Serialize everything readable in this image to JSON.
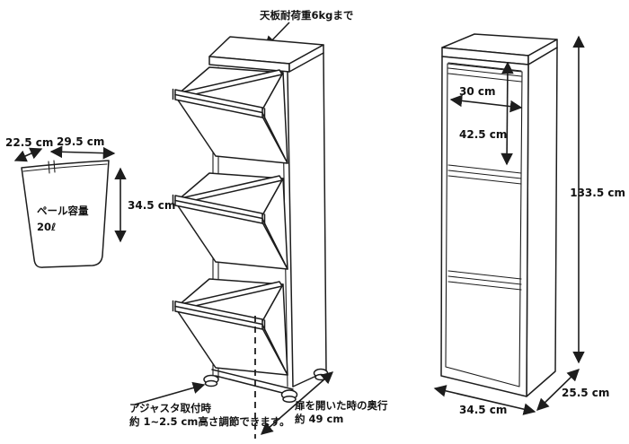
{
  "colors": {
    "line": "#1d1d1d",
    "background": "#ffffff"
  },
  "bucket": {
    "top_depth_label": "22.5 cm",
    "front_width_label": "29.5 cm",
    "height_label": "34.5 cm",
    "capacity_line1": "ペール容量",
    "capacity_line2": "20ℓ"
  },
  "open_cabinet": {
    "top_load_note": "天板耐荷重6kgまで",
    "adjuster_note_line1": "アジャスタ取付時",
    "adjuster_note_line2": "約 1~2.5 cm高さ調節できます。",
    "open_depth_note_line1": "扉を開いた時の奥行",
    "open_depth_note_line2": "約 49 cm"
  },
  "front_cabinet": {
    "opening_width_label": "30 cm",
    "opening_height_label": "42.5 cm",
    "total_height_label": "133.5 cm",
    "total_width_label": "34.5 cm",
    "total_depth_label": "25.5 cm"
  }
}
